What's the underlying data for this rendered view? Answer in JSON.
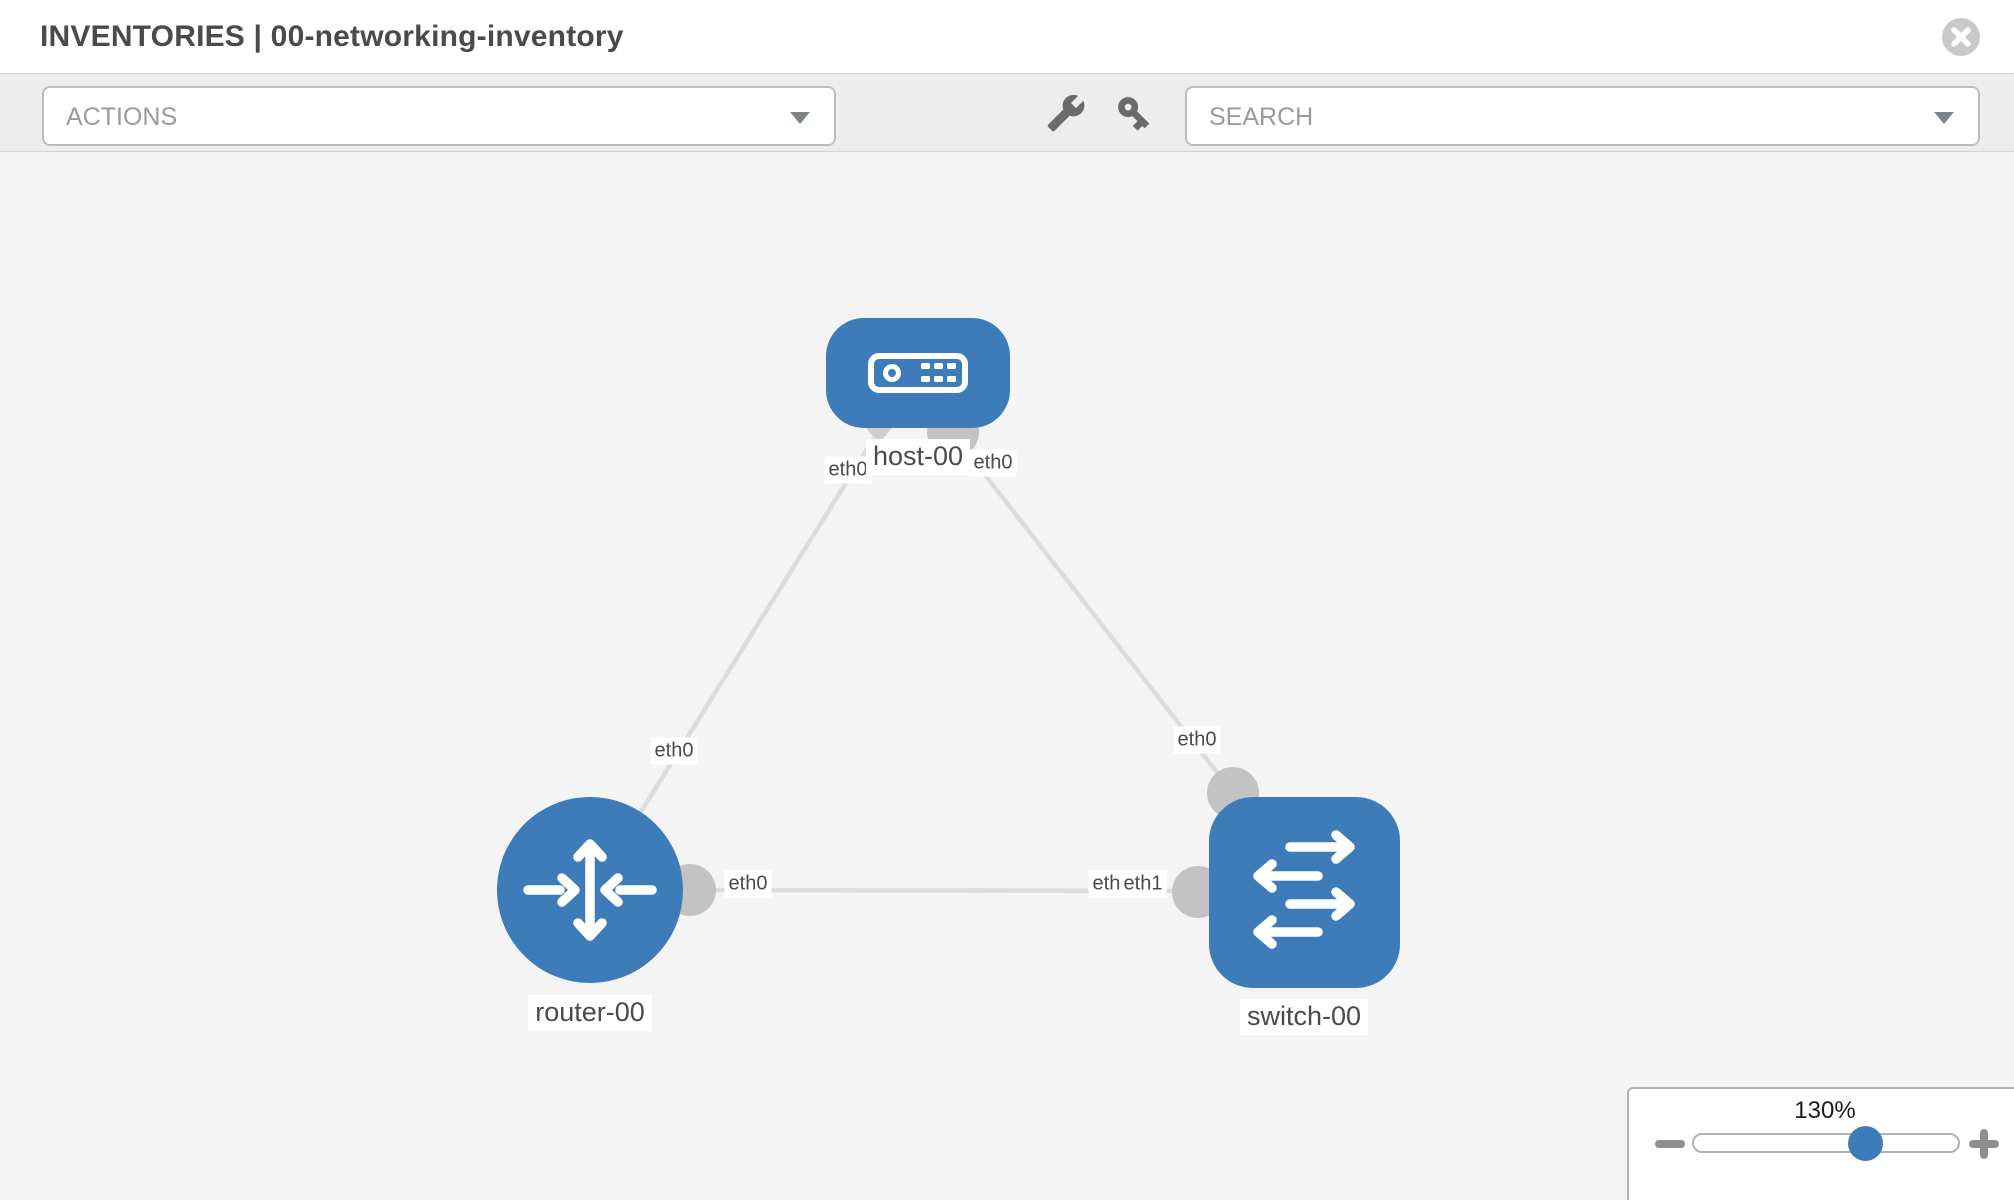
{
  "header": {
    "title": "INVENTORIES | 00-networking-inventory",
    "close_icon": "circle-x"
  },
  "toolbar": {
    "actions_placeholder": "ACTIONS",
    "search_placeholder": "SEARCH",
    "tool_icons": [
      "wrench",
      "key"
    ]
  },
  "topology": {
    "node_labels": {
      "host": "host-00",
      "router": "router-00",
      "switch": "switch-00"
    },
    "interface_labels": {
      "host_left": "eth0",
      "host_right": "eth0",
      "router_uplink": "eth0",
      "router_right": "eth0",
      "switch_uplink": "eth0",
      "switch_left_back": "eth0",
      "switch_left_front": "eth1"
    },
    "links": [
      {
        "from": "host-00",
        "from_interface": "eth0",
        "to": "router-00",
        "to_interface": "eth0"
      },
      {
        "from": "host-00",
        "from_interface": "eth0",
        "to": "switch-00",
        "to_interface": "eth0"
      },
      {
        "from": "router-00",
        "from_interface": "eth0",
        "to": "switch-00",
        "to_interface": "eth1"
      }
    ]
  },
  "zoom_control": {
    "level": "130%",
    "slider_percent": 64.5
  },
  "colors": {
    "node_blue": "#3d7cb9",
    "connector_gray": "#c3c3c3",
    "link_gray": "#dcdcdc",
    "canvas_bg": "#f4f4f4",
    "toolbar_bg": "#ededed"
  }
}
